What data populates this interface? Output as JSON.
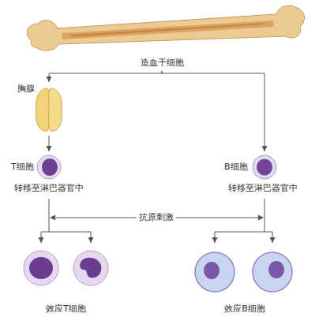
{
  "diagram": {
    "nodes": [
      {
        "text": [
          "造血干细胞"
        ]
      },
      {
        "text": [
          "胸腺"
        ]
      },
      {
        "text": [
          "T细胞",
          "转移至淋巴器官中"
        ]
      },
      {
        "text": [
          "B细胞",
          "转移至淋巴器官中"
        ]
      },
      {
        "text": [
          "效应T细胞"
        ]
      },
      {
        "text": [
          "效应B细胞"
        ]
      }
    ],
    "edges": [
      {
        "from": 0,
        "to": 1,
        "arrow": "to"
      },
      {
        "from": 1,
        "to": 2,
        "arrow": "to"
      },
      {
        "from": 0,
        "to": 3,
        "arrow": "to"
      },
      {
        "from": 2,
        "to": 4,
        "arrow": "to"
      },
      {
        "from": 3,
        "to": 5,
        "arrow": "to"
      }
    ],
    "labels": [
      "抗原刺激"
    ]
  }
}
